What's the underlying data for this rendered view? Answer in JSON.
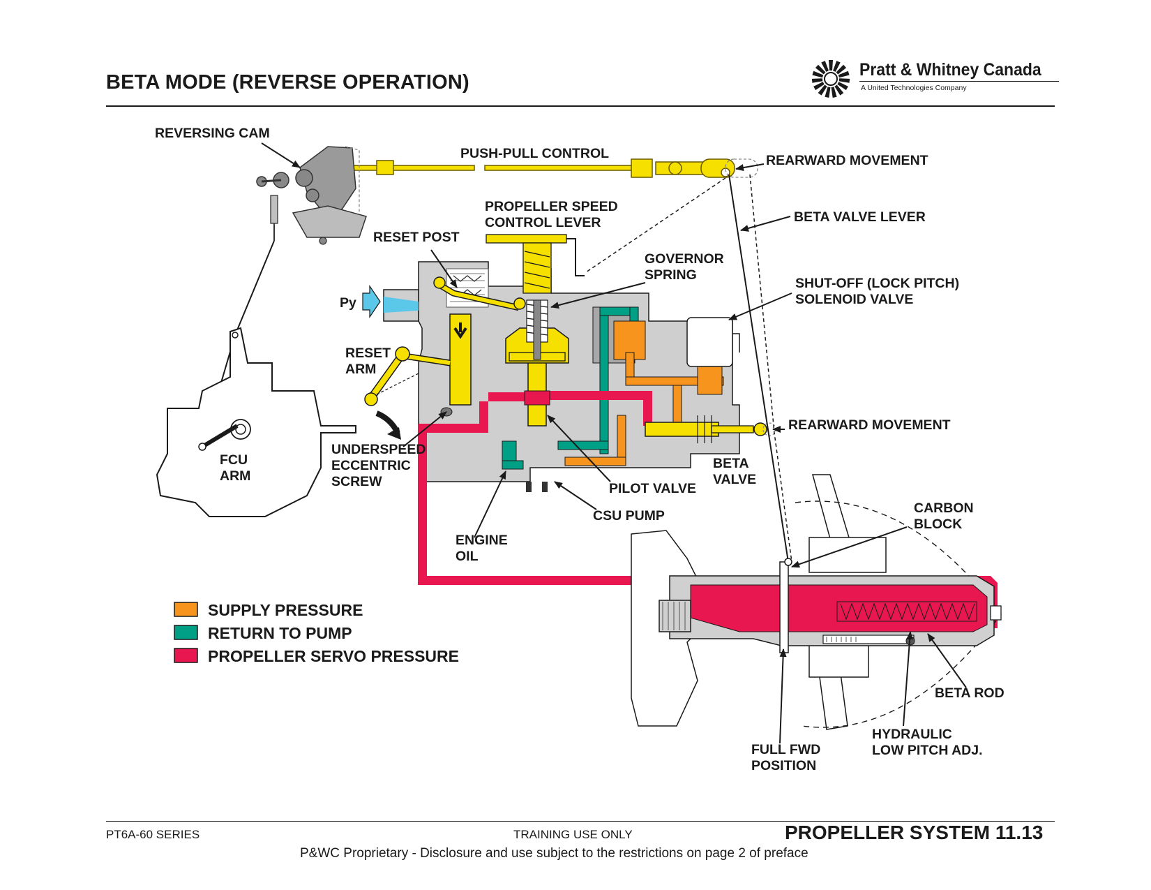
{
  "header": {
    "title": "BETA MODE (REVERSE OPERATION)",
    "logo_name": "Pratt & Whitney Canada",
    "logo_subtitle": "A United Technologies Company"
  },
  "labels": {
    "reversing_cam": "REVERSING CAM",
    "push_pull_control": "PUSH-PULL CONTROL",
    "rearward_movement_top": "REARWARD MOVEMENT",
    "beta_valve_lever": "BETA VALVE LEVER",
    "prop_speed_lever_1": "PROPELLER SPEED",
    "prop_speed_lever_2": "CONTROL LEVER",
    "reset_post": "RESET POST",
    "governor_spring_1": "GOVERNOR",
    "governor_spring_2": "SPRING",
    "shutoff_1": "SHUT-OFF (LOCK PITCH)",
    "shutoff_2": "SOLENOID VALVE",
    "py": "Py",
    "reset_arm_1": "RESET",
    "reset_arm_2": "ARM",
    "rearward_movement_mid": "REARWARD MOVEMENT",
    "underspeed_1": "UNDERSPEED",
    "underspeed_2": "ECCENTRIC",
    "underspeed_3": "SCREW",
    "fcu_arm_1": "FCU",
    "fcu_arm_2": "ARM",
    "beta_valve_1": "BETA",
    "beta_valve_2": "VALVE",
    "pilot_valve": "PILOT VALVE",
    "csu_pump": "CSU PUMP",
    "engine_oil_1": "ENGINE",
    "engine_oil_2": "OIL",
    "carbon_block_1": "CARBON",
    "carbon_block_2": "BLOCK",
    "beta_rod": "BETA ROD",
    "hydraulic_1": "HYDRAULIC",
    "hydraulic_2": "LOW PITCH ADJ.",
    "full_fwd_1": "FULL FWD",
    "full_fwd_2": "POSITION"
  },
  "legend": [
    {
      "label": "SUPPLY PRESSURE",
      "color": "#f7941d"
    },
    {
      "label": "RETURN TO PUMP",
      "color": "#00a087"
    },
    {
      "label": "PROPELLER SERVO PRESSURE",
      "color": "#e8174f"
    }
  ],
  "colors": {
    "supply": "#f7941d",
    "return": "#00a087",
    "servo": "#e8174f",
    "linkage": "#f5e000",
    "py": "#5bc8ea",
    "housing": "#c8c8c8"
  },
  "footer": {
    "series": "PT6A-60 SERIES",
    "training": "TRAINING USE ONLY",
    "section": "PROPELLER SYSTEM 11.13",
    "note": "P&WC Proprietary - Disclosure and use subject to the restrictions on page 2 of preface"
  }
}
